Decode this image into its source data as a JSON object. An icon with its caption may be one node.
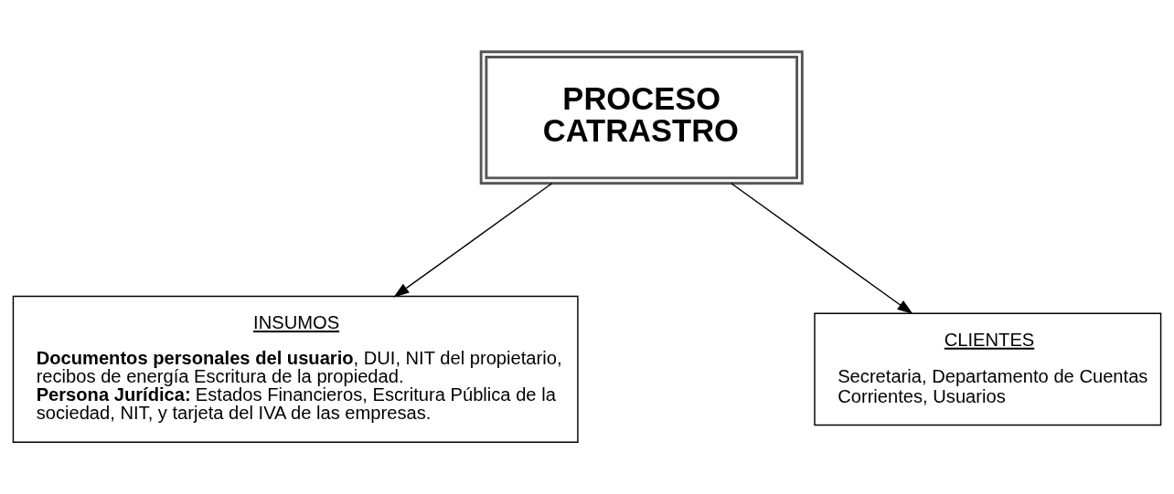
{
  "diagram": {
    "nodes": [
      {
        "text": [
          "PROCESO CATRASTRO"
        ]
      },
      {
        "text": [
          "INSUMOS",
          "**Documentos personales del usuario**, DUI, NIT del propietario, recibos de energía Escritura de la propiedad. **Persona Jurídica:** Estados Financieros, Escritura Pública de la sociedad, NIT, y tarjeta del IVA de las empresas."
        ]
      },
      {
        "text": [
          "CLIENTES",
          "Secretaria, Departamento de Cuentas Corrientes, Usuarios"
        ]
      }
    ],
    "edges": [
      {
        "from": 0,
        "to": 1,
        "arrow": "to"
      },
      {
        "from": 0,
        "to": 2,
        "arrow": "to"
      }
    ]
  }
}
